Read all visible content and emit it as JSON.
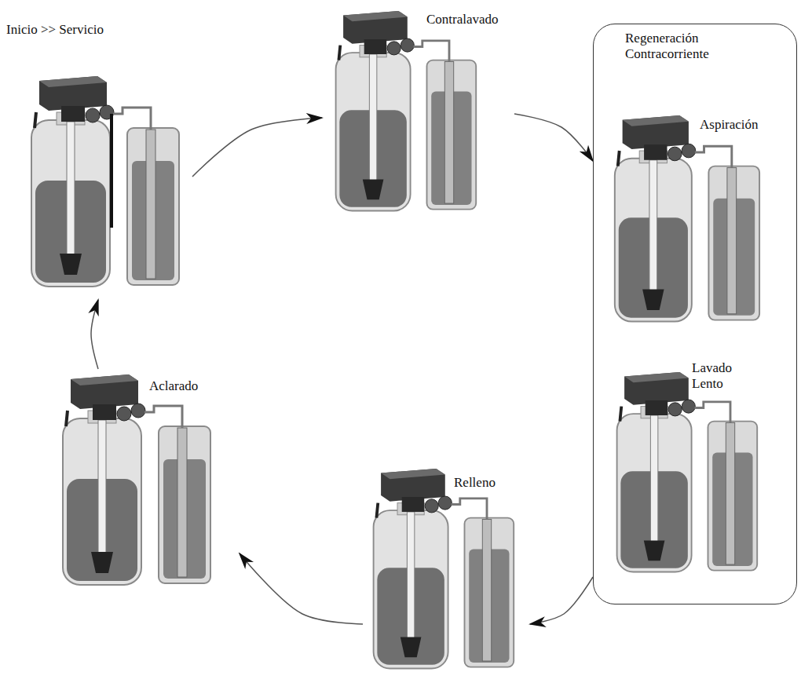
{
  "diagram": {
    "nodes": [
      {
        "text": [
          "Inicio >> Servicio"
        ]
      },
      {
        "text": [
          "Contralavado"
        ]
      },
      {
        "text": [
          "Regeneración Contracorriente"
        ]
      },
      {
        "text": [
          "Aspiración"
        ],
        "in": 2
      },
      {
        "text": [
          "Lavado Lento"
        ],
        "in": 2
      },
      {
        "text": [
          "Relleno"
        ]
      },
      {
        "text": [
          "Aclarado"
        ]
      }
    ],
    "edges": [
      {
        "from": 0,
        "to": 1,
        "arrow": "to"
      },
      {
        "from": 1,
        "to": 2,
        "arrow": "to"
      },
      {
        "from": 2,
        "to": 5,
        "arrow": "to"
      },
      {
        "from": 5,
        "to": 6,
        "arrow": "to"
      },
      {
        "from": 6,
        "to": 0,
        "arrow": "to"
      }
    ]
  }
}
